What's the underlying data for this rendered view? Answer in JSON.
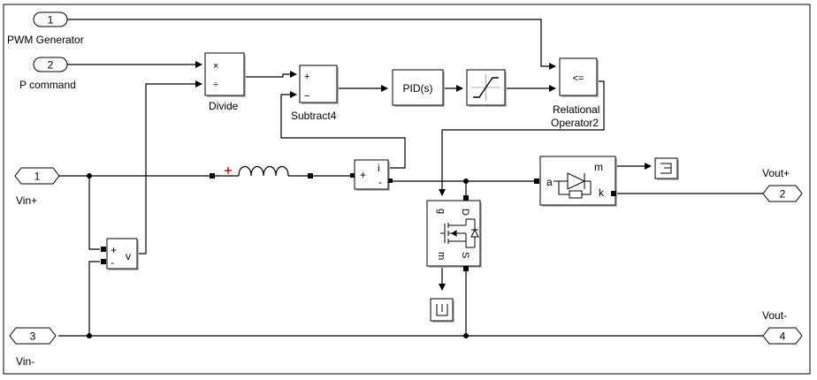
{
  "inports": [
    {
      "num": "1",
      "label": "PWM Generator"
    },
    {
      "num": "2",
      "label": "P command"
    },
    {
      "num": "1",
      "label": "Vin+"
    },
    {
      "num": "3",
      "label": "Vin-"
    }
  ],
  "outports": [
    {
      "num": "2",
      "label": "Vout+"
    },
    {
      "num": "4",
      "label": "Vout-"
    }
  ],
  "blocks": {
    "divide": {
      "label": "Divide",
      "mult": "×",
      "div": "÷"
    },
    "subtract": {
      "label": "Subtract4",
      "plus": "+",
      "minus": "−"
    },
    "pid": {
      "text": "PID(s)"
    },
    "relational": {
      "op": "<=",
      "label_line1": "Relational",
      "label_line2": "Operator2"
    },
    "current_meas": {
      "plus": "+",
      "minus": "-",
      "out": "i"
    },
    "voltage_meas": {
      "plus": "+",
      "minus": "-",
      "out": "v"
    },
    "mosfet": {
      "g": "g",
      "d": "D",
      "m": "m",
      "s": "S"
    },
    "diode": {
      "a": "a",
      "m": "m",
      "k": "k"
    }
  }
}
